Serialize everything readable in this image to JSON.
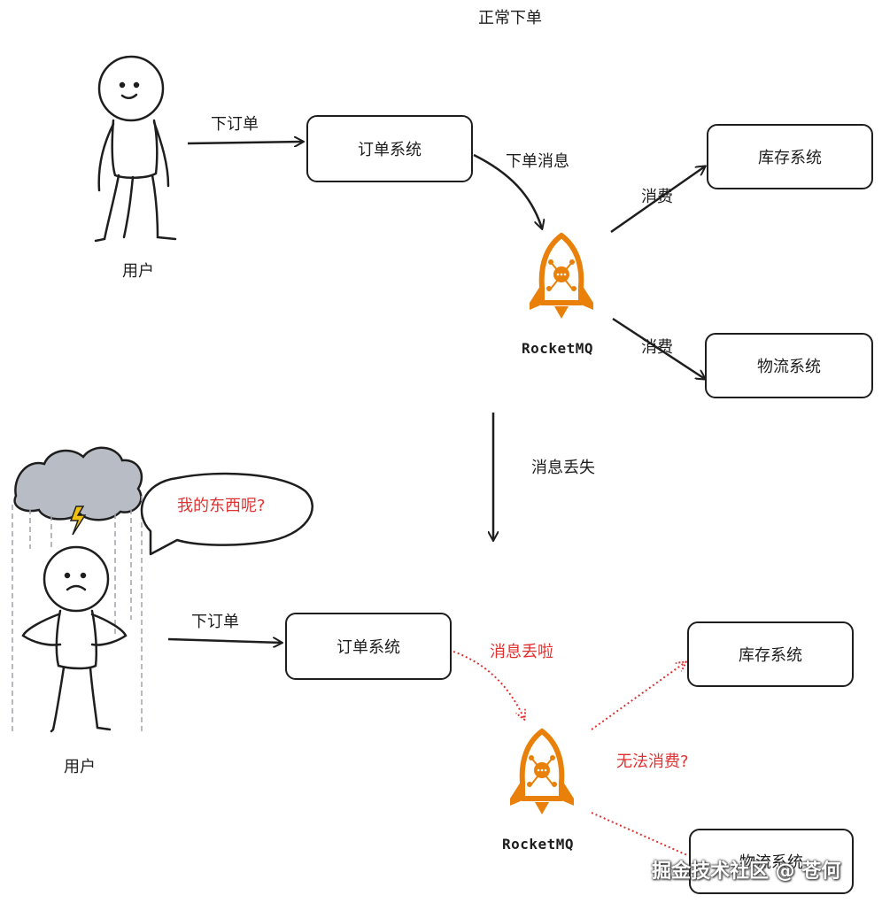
{
  "top": {
    "title": "正常下单",
    "user_label": "用户",
    "order_action": "下订单",
    "order_system": "订单系统",
    "send_msg": "下单消息",
    "mq_label": "RocketMQ",
    "consume_1": "消费",
    "consume_2": "消费",
    "inventory_system": "库存系统",
    "logistics_system": "物流系统"
  },
  "transition": {
    "label": "消息丢失"
  },
  "bottom": {
    "speech": "我的东西呢?",
    "user_label": "用户",
    "order_action": "下订单",
    "order_system": "订单系统",
    "lost_msg": "消息丢啦",
    "mq_label": "RocketMQ",
    "cannot_consume": "无法消费?",
    "inventory_system": "库存系统",
    "logistics_system": "物流系统"
  },
  "watermark": "掘金技术社区 @ 苍何",
  "colors": {
    "ink": "#1e1e1e",
    "error": "#e03131",
    "rocket": "#e8800a",
    "cloud": "#b8bcc4"
  }
}
